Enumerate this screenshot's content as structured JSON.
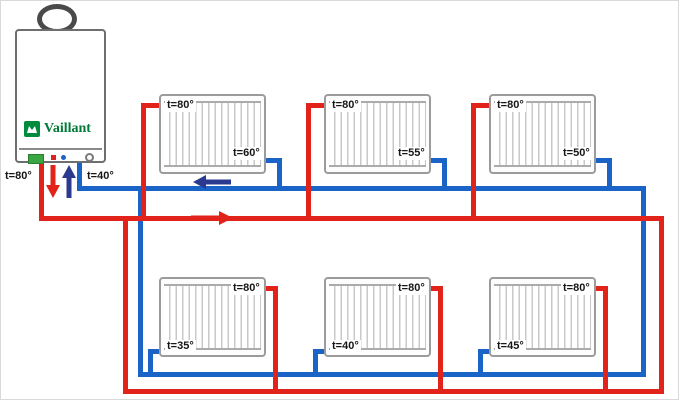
{
  "boiler": {
    "brand": "Vaillant",
    "supply_label": "t=80°",
    "return_label": "t=40°"
  },
  "radiators": {
    "top": [
      {
        "inlet": "t=80°",
        "outlet": "t=60°"
      },
      {
        "inlet": "t=80°",
        "outlet": "t=55°"
      },
      {
        "inlet": "t=80°",
        "outlet": "t=50°"
      }
    ],
    "bottom": [
      {
        "inlet": "t=80°",
        "outlet": "t=35°"
      },
      {
        "inlet": "t=80°",
        "outlet": "t=40°"
      },
      {
        "inlet": "t=80°",
        "outlet": "t=45°"
      }
    ]
  },
  "colors": {
    "supply": "#e2231a",
    "return": "#1a64c8",
    "arrow_navy": "#2b3a8f",
    "vaillant_green": "#008c3c"
  }
}
